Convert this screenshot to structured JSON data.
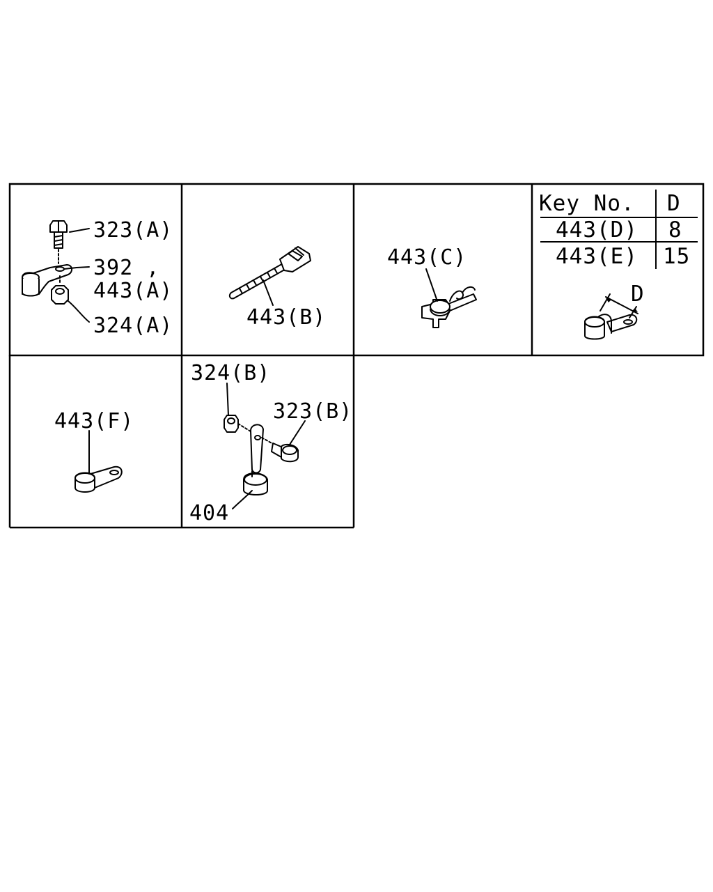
{
  "panels": [
    {
      "labels": [
        "323(A)",
        "392 ,",
        "443(A)",
        "324(A)"
      ]
    },
    {
      "labels": [
        "443(B)"
      ]
    },
    {
      "labels": [
        "443(C)"
      ]
    },
    {
      "table": {
        "headers": [
          "Key No.",
          "D"
        ],
        "rows": [
          [
            "443(D)",
            "8"
          ],
          [
            "443(E)",
            "15"
          ]
        ]
      },
      "dimension_label": "D"
    },
    {
      "labels": [
        "443(F)"
      ]
    },
    {
      "labels": [
        "324(B)",
        "323(B)",
        "404"
      ]
    }
  ]
}
